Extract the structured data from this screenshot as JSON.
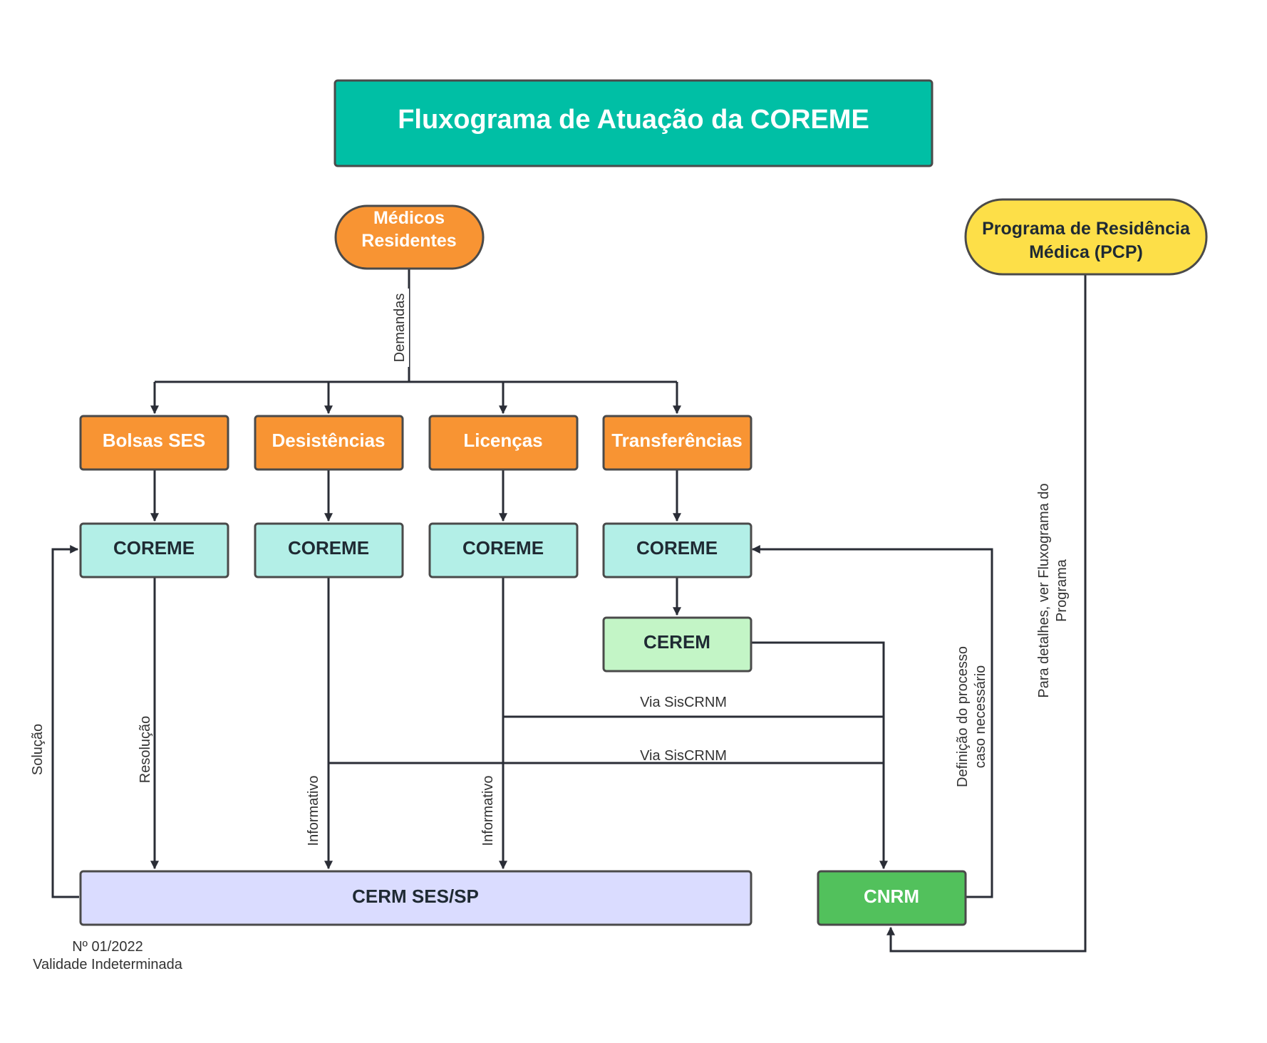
{
  "title": "Fluxograma de Atuação da COREME",
  "nodes": {
    "medicos_line1": "Médicos",
    "medicos_line2": "Residentes",
    "pcp_line1": "Programa de Residência",
    "pcp_line2": "Médica (PCP)",
    "bolsas": "Bolsas SES",
    "desistencias": "Desistências",
    "licencas": "Licenças",
    "transferencias": "Transferências",
    "coreme_1": "COREME",
    "coreme_2": "COREME",
    "coreme_3": "COREME",
    "coreme_4": "COREME",
    "cerem": "CEREM",
    "cerm": "CERM SES/SP",
    "cnrm": "CNRM"
  },
  "edge_labels": {
    "demandas": "Demandas",
    "solucao": "Solução",
    "resolucao": "Resolução",
    "informativo_1": "Informativo",
    "informativo_2": "Informativo",
    "via_siscrnm_1": "Via SisCRNM",
    "via_siscrnm_2": "Via SisCRNM",
    "definicao_line1": "Definição do processo",
    "definicao_line2": "caso necessário",
    "detalhes_line1": "Para detalhes, ver Fluxograma do",
    "detalhes_line2": "Programa"
  },
  "footer": {
    "number": "Nº 01/2022",
    "validity": "Validade Indeterminada"
  },
  "colors": {
    "title_bg": "#00bfa5",
    "orange": "#f89433",
    "yellow": "#fddf48",
    "teal_light": "#b3efe7",
    "green_light": "#c3f5c6",
    "green": "#52c15c",
    "lavender": "#dadcff",
    "dark_text": "#1f2a33",
    "line": "#2a2d36"
  }
}
